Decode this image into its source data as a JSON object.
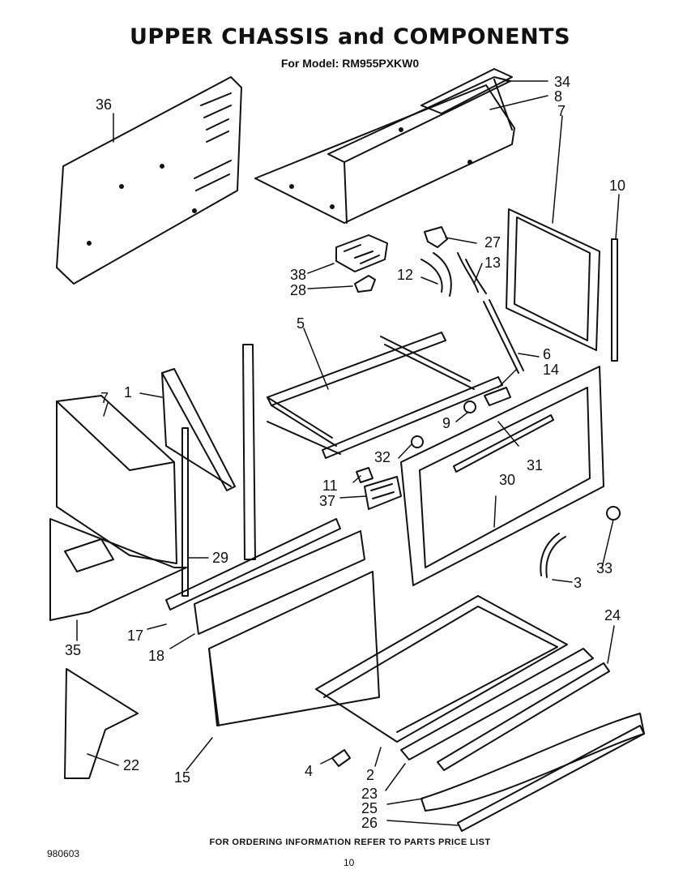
{
  "header": {
    "title": "UPPER CHASSIS and COMPONENTS",
    "subtitle": "For Model: RM955PXKW0"
  },
  "callouts": {
    "c1": "1",
    "c2": "2",
    "c3": "3",
    "c4": "4",
    "c5": "5",
    "c6": "6",
    "c7a": "7",
    "c7b": "7",
    "c8": "8",
    "c9": "9",
    "c10": "10",
    "c11": "11",
    "c12": "12",
    "c13": "13",
    "c14": "14",
    "c15": "15",
    "c17": "17",
    "c18": "18",
    "c22": "22",
    "c23": "23",
    "c24": "24",
    "c25": "25",
    "c26": "26",
    "c27": "27",
    "c28": "28",
    "c29": "29",
    "c30": "30",
    "c31": "31",
    "c32": "32",
    "c33": "33",
    "c34": "34",
    "c35": "35",
    "c36": "36",
    "c37": "37",
    "c38": "38"
  },
  "footer": {
    "note": "FOR ORDERING INFORMATION REFER TO PARTS PRICE LIST",
    "doc_number": "980603",
    "page_number": "10"
  }
}
